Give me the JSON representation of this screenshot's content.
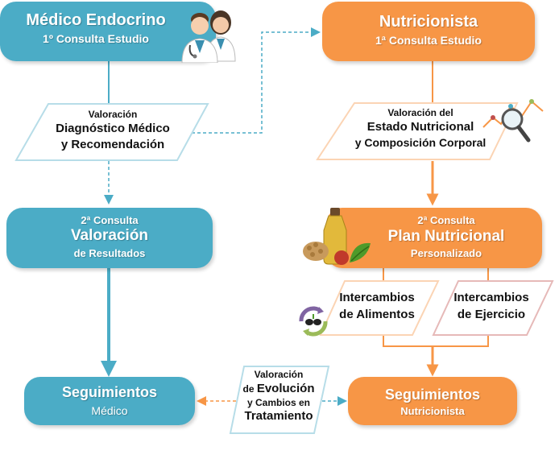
{
  "colors": {
    "blue": "#4bacc6",
    "orange": "#f79646",
    "light_blue_outline": "#b7dde8",
    "light_orange_outline": "#fbd4b4",
    "pink_outline": "#e6b9b8"
  },
  "boxes": {
    "medico_endocrino": {
      "title": "Médico Endocrino",
      "subtitle": "1º Consulta Estudio"
    },
    "nutricionista": {
      "title": "Nutricionista",
      "subtitle": "1ª Consulta Estudio"
    },
    "segunda_consulta_valoracion": {
      "line1": "2ª Consulta",
      "line2": "Valoración",
      "line3": "de Resultados"
    },
    "segunda_consulta_plan": {
      "line1": "2ª Consulta",
      "line2": "Plan Nutricional",
      "line3": "Personalizado"
    },
    "seguimientos_medico": {
      "line1": "Seguimientos",
      "line2": "Médico"
    },
    "seguimientos_nutricionista": {
      "line1": "Seguimientos",
      "line2": "Nutricionista"
    }
  },
  "parallelograms": {
    "valoracion_diagnostico": {
      "line1": "Valoración",
      "line2": "Diagnóstico Médico",
      "line3": "y Recomendación"
    },
    "valoracion_estado": {
      "line1": "Valoración del",
      "line2": "Estado Nutricional",
      "line3": "y Composición Corporal"
    },
    "intercambios_alimentos": {
      "line1": "Intercambios",
      "line2": "de Alimentos"
    },
    "intercambios_ejercicio": {
      "line1": "Intercambios",
      "line2": "de Ejercicio"
    },
    "valoracion_evolucion": {
      "line1": "Valoración",
      "line2a": "de ",
      "line2b": "Evolución",
      "line3": "y Cambios en",
      "line4": "Tratamiento"
    }
  },
  "icons": [
    "doctors-icon",
    "chart-magnifier-icon",
    "food-icon",
    "cycle-olive-icon"
  ]
}
